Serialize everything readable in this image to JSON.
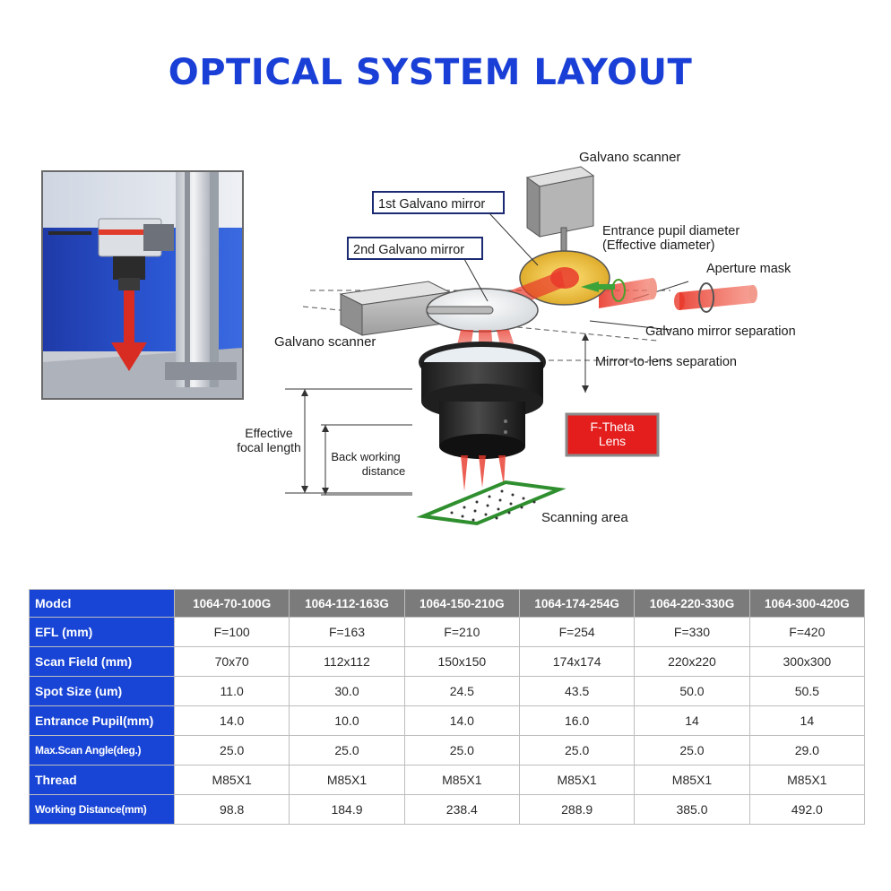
{
  "title": "OPTICAL SYSTEM LAYOUT",
  "labels": {
    "galvano_scanner_top": "Galvano scanner",
    "first_mirror": "1st Galvano mirror",
    "second_mirror": "2nd Galvano mirror",
    "entrance_pupil_1": "Entrance pupil diameter",
    "entrance_pupil_2": "(Effective diameter)",
    "aperture_mask": "Aperture mask",
    "galvano_scanner_left": "Galvano scanner",
    "mirror_separation": "Galvano mirror separation",
    "mirror_to_lens": "Mirror-to-lens separation",
    "effective_focal_1": "Effective",
    "effective_focal_2": "focal length",
    "back_working_1": "Back working",
    "back_working_2": "distance",
    "ftheta_1": "F-Theta",
    "ftheta_2": "Lens",
    "scanning_area": "Scanning area"
  },
  "table": {
    "columns": [
      "Modcl",
      "1064-70-100G",
      "1064-112-163G",
      "1064-150-210G",
      "1064-174-254G",
      "1064-220-330G",
      "1064-300-420G"
    ],
    "rows": [
      {
        "label": "EFL (mm)",
        "values": [
          "F=100",
          "F=163",
          "F=210",
          "F=254",
          "F=330",
          "F=420"
        ]
      },
      {
        "label": "Scan Field (mm)",
        "values": [
          "70x70",
          "112x112",
          "150x150",
          "174x174",
          "220x220",
          "300x300"
        ]
      },
      {
        "label": "Spot Size (um)",
        "values": [
          "11.0",
          "30.0",
          "24.5",
          "43.5",
          "50.0",
          "50.5"
        ]
      },
      {
        "label": "Entrance Pupil(mm)",
        "values": [
          "14.0",
          "10.0",
          "14.0",
          "16.0",
          "14",
          "14"
        ]
      },
      {
        "label": "Max.Scan Angle(deg.)",
        "values": [
          "25.0",
          "25.0",
          "25.0",
          "25.0",
          "25.0",
          "29.0"
        ]
      },
      {
        "label": "Thread",
        "values": [
          "M85X1",
          "M85X1",
          "M85X1",
          "M85X1",
          "M85X1",
          "M85X1"
        ]
      },
      {
        "label": "Working Distance(mm)",
        "values": [
          "98.8",
          "184.9",
          "238.4",
          "288.9",
          "385.0",
          "492.0"
        ]
      }
    ]
  },
  "colors": {
    "title": "#1a3fd6",
    "header_blue": "#1945d6",
    "header_gray": "#7b7b7b",
    "laser_red": "#e8382a",
    "ftheta_red": "#e41d1d"
  }
}
